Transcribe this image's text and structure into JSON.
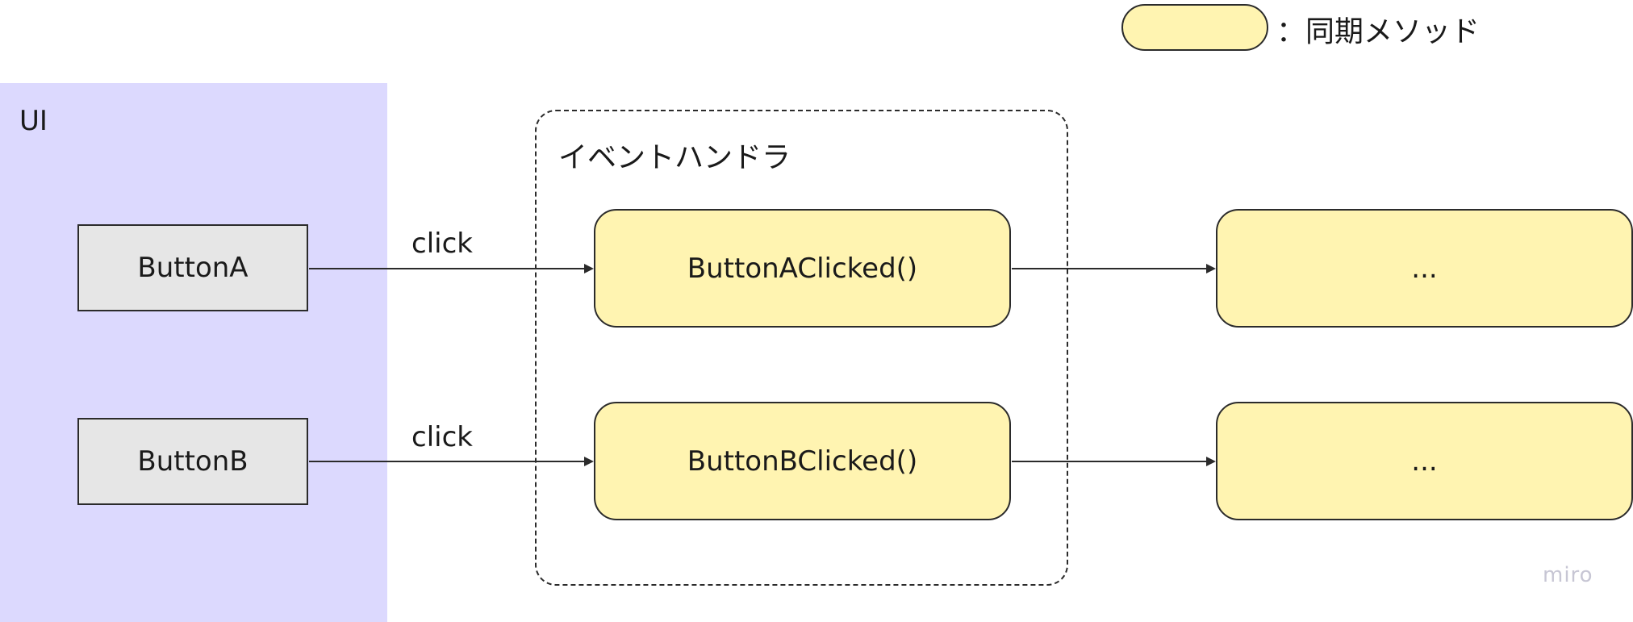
{
  "ui_panel": {
    "label": "UI",
    "color": "#dcd9fe"
  },
  "buttons": [
    {
      "label": "ButtonA"
    },
    {
      "label": "ButtonB"
    }
  ],
  "handler_group": {
    "title": "イベントハンドラ"
  },
  "methods": [
    {
      "label": "ButtonAClicked()"
    },
    {
      "label": "ButtonBClicked()"
    }
  ],
  "next_steps": [
    {
      "label": "..."
    },
    {
      "label": "..."
    }
  ],
  "edges": [
    {
      "label": "click"
    },
    {
      "label": "click"
    }
  ],
  "legend": {
    "text": "：同期メソッド",
    "fill": "#fff4b1"
  },
  "watermark": "miro"
}
